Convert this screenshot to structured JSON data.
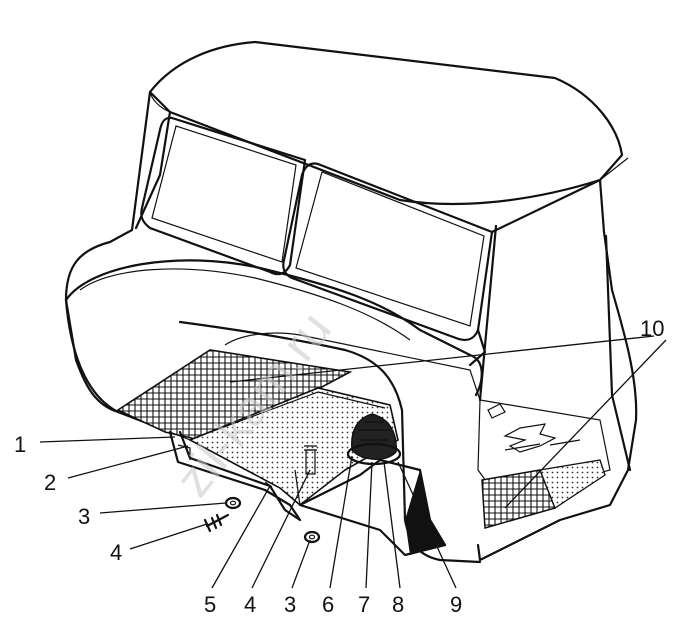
{
  "watermark": "zil-kam.ru",
  "callouts": {
    "c1": "1",
    "c2": "2",
    "c3a": "3",
    "c4a": "4",
    "c5": "5",
    "c4b": "4",
    "c3b": "3",
    "c6": "6",
    "c7": "7",
    "c8": "8",
    "c9": "9",
    "c10": "10"
  }
}
